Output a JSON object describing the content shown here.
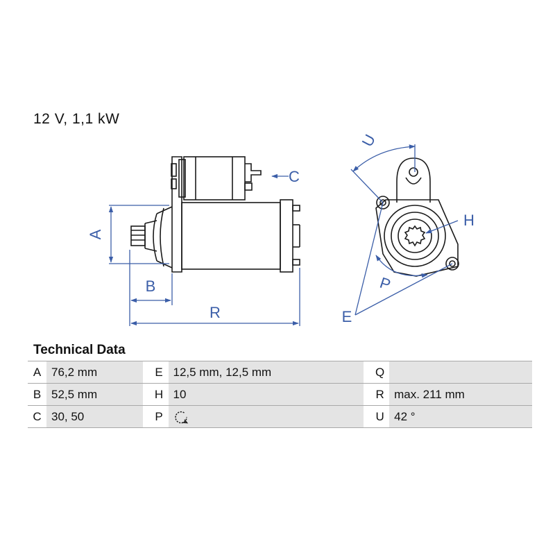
{
  "header": {
    "rating": "12 V, 1,1 kW"
  },
  "drawing": {
    "labels": {
      "A": "A",
      "B": "B",
      "C": "C",
      "R": "R",
      "U": "U",
      "H": "H",
      "P": "P",
      "E": "E"
    },
    "colors": {
      "outline": "#1a1a1a",
      "dimension": "#3b5ea8"
    }
  },
  "technical_data": {
    "title": "Technical Data",
    "rows": [
      [
        {
          "key": "A",
          "value": "76,2 mm"
        },
        {
          "key": "E",
          "value": "12,5 mm, 12,5 mm"
        },
        {
          "key": "Q",
          "value": ""
        }
      ],
      [
        {
          "key": "B",
          "value": "52,5 mm"
        },
        {
          "key": "H",
          "value": "10"
        },
        {
          "key": "R",
          "value": "max. 211 mm"
        }
      ],
      [
        {
          "key": "C",
          "value": "30, 50"
        },
        {
          "key": "P",
          "value": "",
          "icon": "clockwise-rotation-icon"
        },
        {
          "key": "U",
          "value": "42 °"
        }
      ]
    ]
  }
}
